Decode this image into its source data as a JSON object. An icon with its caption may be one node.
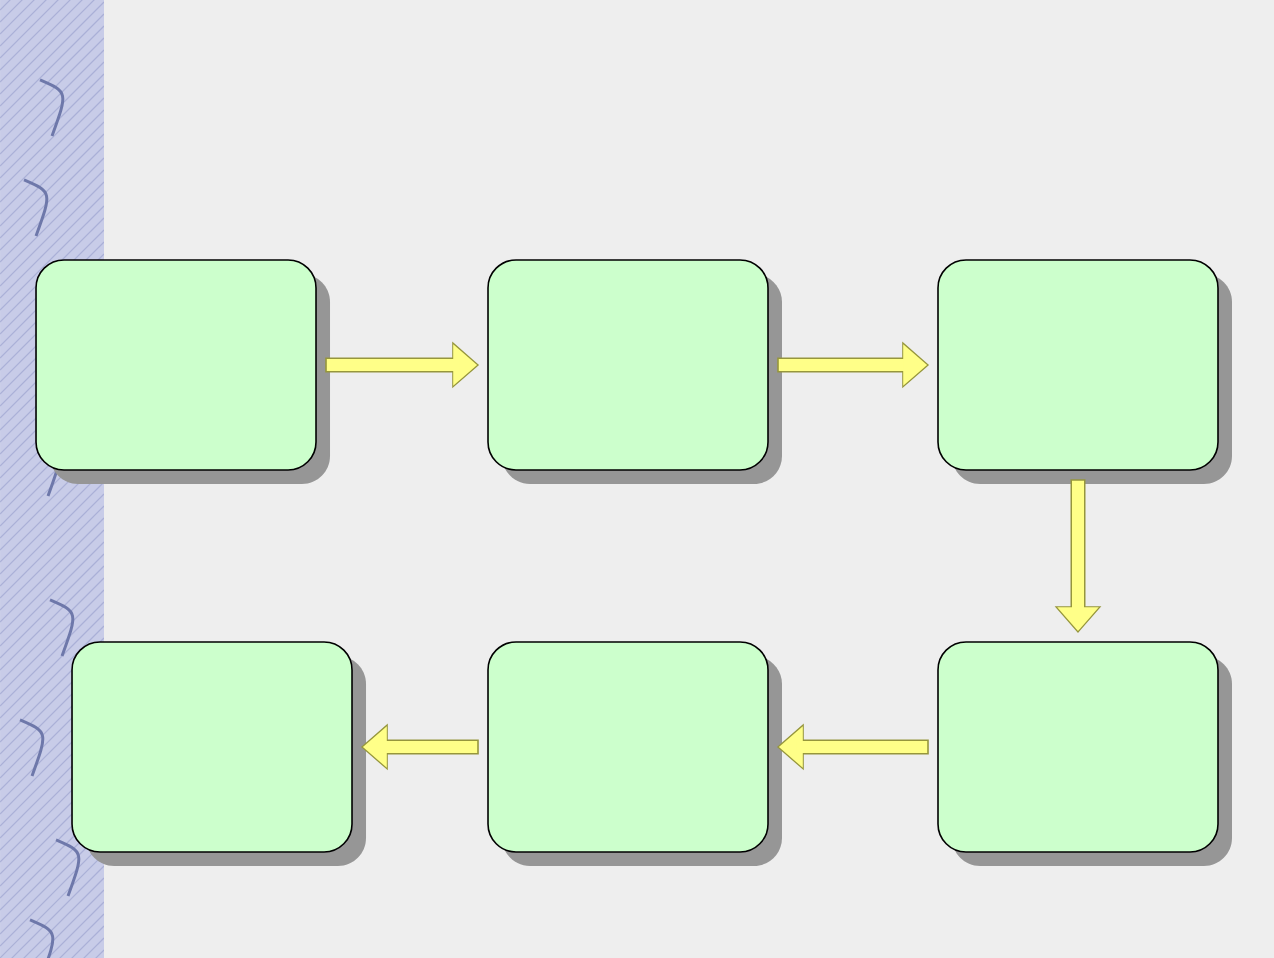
{
  "diagram": {
    "nodes": [
      {
        "text": [],
        "shape": "box"
      },
      {
        "text": [],
        "shape": "box"
      },
      {
        "text": [],
        "shape": "box"
      },
      {
        "text": [],
        "shape": "box"
      },
      {
        "text": [],
        "shape": "box"
      },
      {
        "text": [],
        "shape": "box"
      }
    ],
    "edges": [
      {
        "from": 0,
        "to": 1,
        "arrow": "to"
      },
      {
        "from": 1,
        "to": 2,
        "arrow": "to"
      },
      {
        "from": 2,
        "to": 5,
        "arrow": "to"
      },
      {
        "from": 5,
        "to": 4,
        "arrow": "to"
      },
      {
        "from": 4,
        "to": 3,
        "arrow": "to"
      }
    ]
  }
}
